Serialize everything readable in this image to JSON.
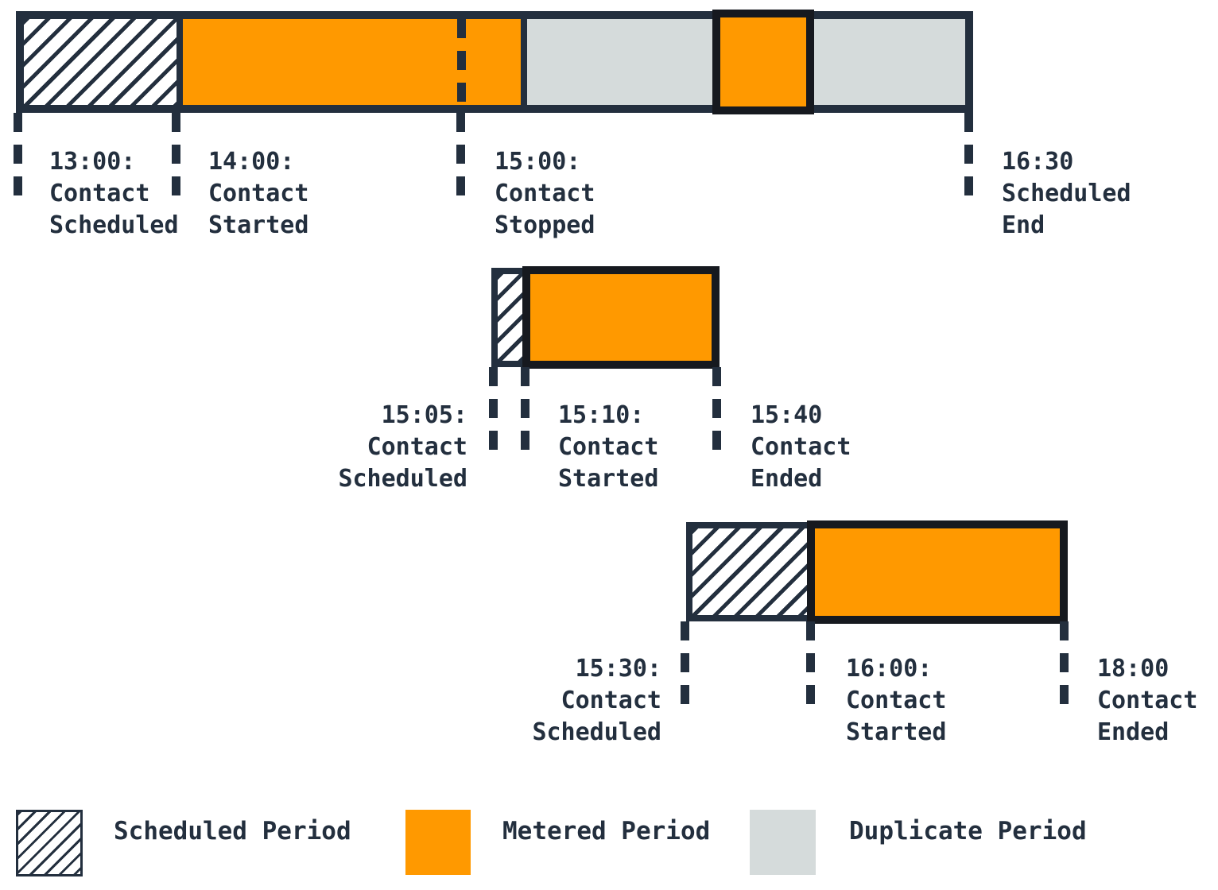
{
  "diagram_type": "contact-metering-timeline",
  "colors": {
    "navy": "#232F3E",
    "metered_orange": "#FF9900",
    "duplicate_gray": "#D5DBDB",
    "highlight_outline_black": "#16191F",
    "background": "#FFFFFF"
  },
  "rows": [
    {
      "name": "contact-1",
      "segments": [
        "scheduled",
        "metered",
        "duplicate",
        "metered",
        "duplicate"
      ],
      "events": [
        {
          "text": "13:00:\nContact\nScheduled"
        },
        {
          "text": "14:00:\nContact\nStarted"
        },
        {
          "text": "15:00:\nContact\nStopped"
        },
        {
          "text": "16:30\nScheduled\nEnd"
        }
      ]
    },
    {
      "name": "contact-2",
      "segments": [
        "scheduled",
        "metered"
      ],
      "events": [
        {
          "text": "15:05:\nContact\nScheduled"
        },
        {
          "text": "15:10:\nContact\nStarted"
        },
        {
          "text": "15:40\nContact\nEnded"
        }
      ]
    },
    {
      "name": "contact-3",
      "segments": [
        "scheduled",
        "metered"
      ],
      "events": [
        {
          "text": "15:30:\nContact\nScheduled"
        },
        {
          "text": "16:00:\nContact\nStarted"
        },
        {
          "text": "18:00\nContact\nEnded"
        }
      ]
    }
  ],
  "legend": {
    "items": [
      {
        "label": "Scheduled Period",
        "swatch": "hatched"
      },
      {
        "label": "Metered Period",
        "swatch": "orange"
      },
      {
        "label": "Duplicate Period",
        "swatch": "gray"
      }
    ]
  }
}
